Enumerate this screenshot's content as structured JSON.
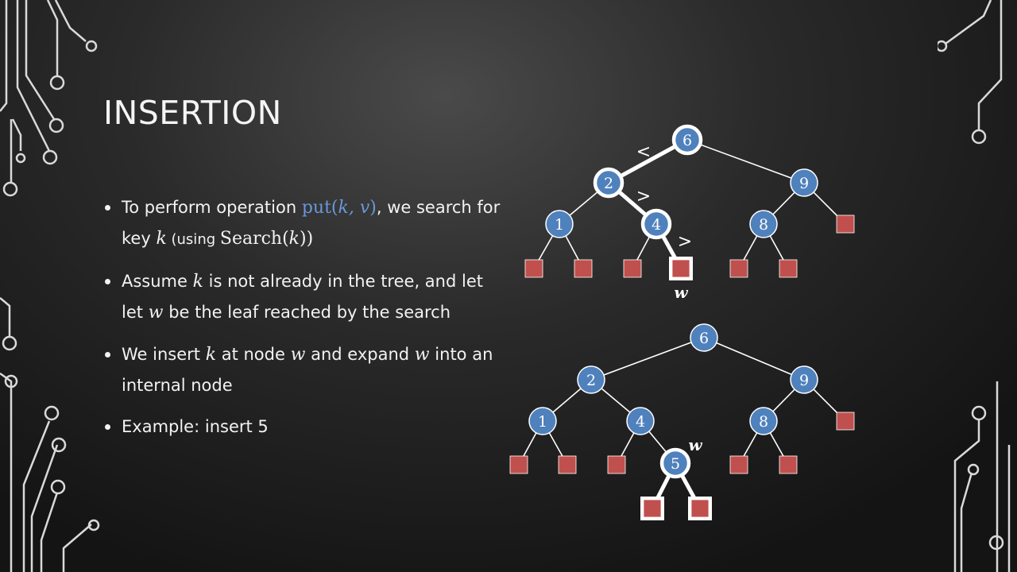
{
  "slide": {
    "title": "INSERTION",
    "bullets": [
      {
        "text_a": "To perform operation ",
        "math_op": "put(",
        "math_args": "k, v",
        "math_close": ")",
        "text_b": ", we search for key ",
        "k": "k",
        "text_c": " (using ",
        "search": "Search(",
        "search_arg": "k",
        "search_close": "))"
      },
      {
        "text_a": "Assume ",
        "k": "k",
        "text_b": " is not already in the tree, and let let ",
        "w": "w",
        "text_c": " be the leaf reached by the search"
      },
      {
        "text_a": "We insert ",
        "k": "k",
        "text_b": " at node ",
        "w1": "w",
        "text_c": " and expand ",
        "w2": "w",
        "text_d": " into an internal node"
      },
      {
        "text_a": "Example: insert 5"
      }
    ]
  },
  "colors": {
    "node_fill": "#4f81bd",
    "leaf_fill": "#c0504d",
    "highlight": "#ffffff",
    "edge": "#ffffff",
    "accent_math": "#6a97d8"
  },
  "trees": {
    "before": {
      "nodes": [
        {
          "id": "b6",
          "label": "6",
          "highlight": true
        },
        {
          "id": "b2",
          "label": "2",
          "highlight": true
        },
        {
          "id": "b9",
          "label": "9",
          "highlight": false
        },
        {
          "id": "b1",
          "label": "1",
          "highlight": false
        },
        {
          "id": "b4",
          "label": "4",
          "highlight": true
        },
        {
          "id": "b8",
          "label": "8",
          "highlight": false
        }
      ],
      "comparisons": [
        "<",
        ">",
        ">"
      ],
      "leaf_label": "w"
    },
    "after": {
      "nodes": [
        {
          "id": "a6",
          "label": "6",
          "highlight": false
        },
        {
          "id": "a2",
          "label": "2",
          "highlight": false
        },
        {
          "id": "a9",
          "label": "9",
          "highlight": false
        },
        {
          "id": "a1",
          "label": "1",
          "highlight": false
        },
        {
          "id": "a4",
          "label": "4",
          "highlight": false
        },
        {
          "id": "a8",
          "label": "8",
          "highlight": false
        },
        {
          "id": "a5",
          "label": "5",
          "highlight": true
        }
      ],
      "node_label": "w"
    }
  }
}
